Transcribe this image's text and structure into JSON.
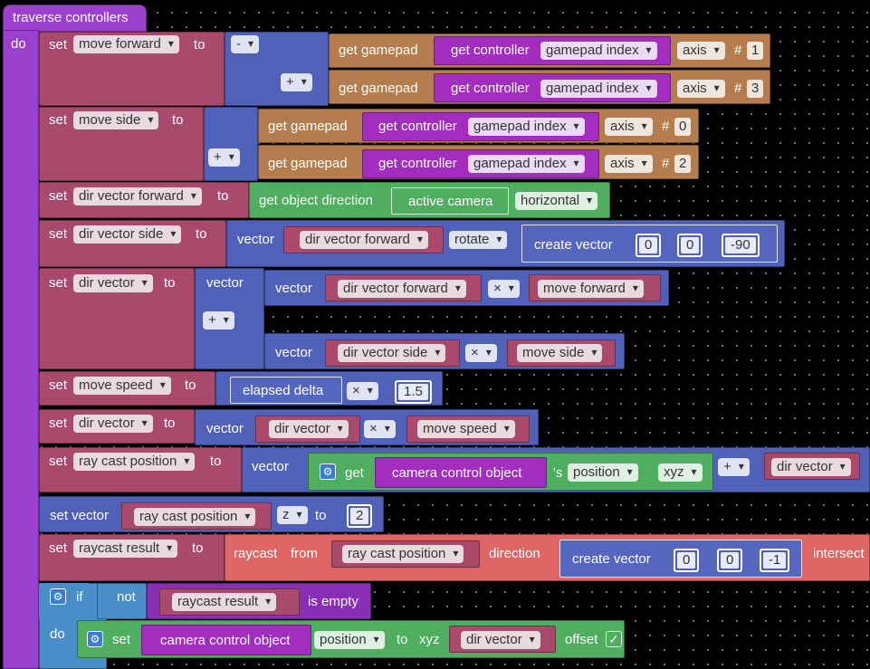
{
  "event_label": "traverse controllers",
  "do_label": "do",
  "set_label": "set",
  "to_label": "to",
  "get_gamepad": "get gamepad",
  "get_controller": "get controller",
  "gamepad_index": "gamepad index",
  "axis": "axis",
  "hash": "#",
  "minus": "-",
  "plus": "+",
  "times": "×",
  "vector_label": "vector",
  "rows": {
    "move_forward": {
      "var": "move forward",
      "axes": [
        "1",
        "3"
      ]
    },
    "move_side": {
      "var": "move side",
      "axes": [
        "0",
        "2"
      ]
    },
    "dir_vector_forward": {
      "var": "dir vector forward",
      "func": "get object direction",
      "arg": "active camera",
      "mode": "horizontal"
    },
    "dir_vector_side": {
      "var": "dir vector side",
      "src": "dir vector forward",
      "op": "rotate",
      "func": "create vector",
      "vals": [
        "0",
        "0",
        "-90"
      ]
    },
    "dir_vector": {
      "var": "dir vector",
      "a_var": "dir vector forward",
      "a_mul": "move forward",
      "b_var": "dir vector side",
      "b_mul": "move side"
    },
    "move_speed": {
      "var": "move speed",
      "src": "elapsed delta",
      "val": "1.5"
    },
    "dir_vector2": {
      "var": "dir vector",
      "src": "dir vector",
      "mul": "move speed"
    },
    "ray_cast_position": {
      "var": "ray cast position",
      "get": "get",
      "obj": "camera control object",
      "poss": "'s",
      "prop": "position",
      "comp": "xyz",
      "add": "dir vector"
    },
    "set_vector": {
      "label": "set vector",
      "var": "ray cast position",
      "axis": "z",
      "val": "2"
    },
    "raycast_result": {
      "var": "raycast result",
      "func": "raycast",
      "from": "from",
      "from_var": "ray cast position",
      "direction": "direction",
      "cv": "create vector",
      "vals": [
        "0",
        "0",
        "-1"
      ],
      "intersect": "intersect"
    },
    "if_block": {
      "if": "if",
      "not": "not",
      "var": "raycast result",
      "test": "is empty"
    },
    "set_obj": {
      "set": "set",
      "obj": "camera control object",
      "prop": "position",
      "to": "to",
      "xyz": "xyz",
      "var": "dir vector",
      "offset": "offset",
      "checked": "✓"
    }
  }
}
